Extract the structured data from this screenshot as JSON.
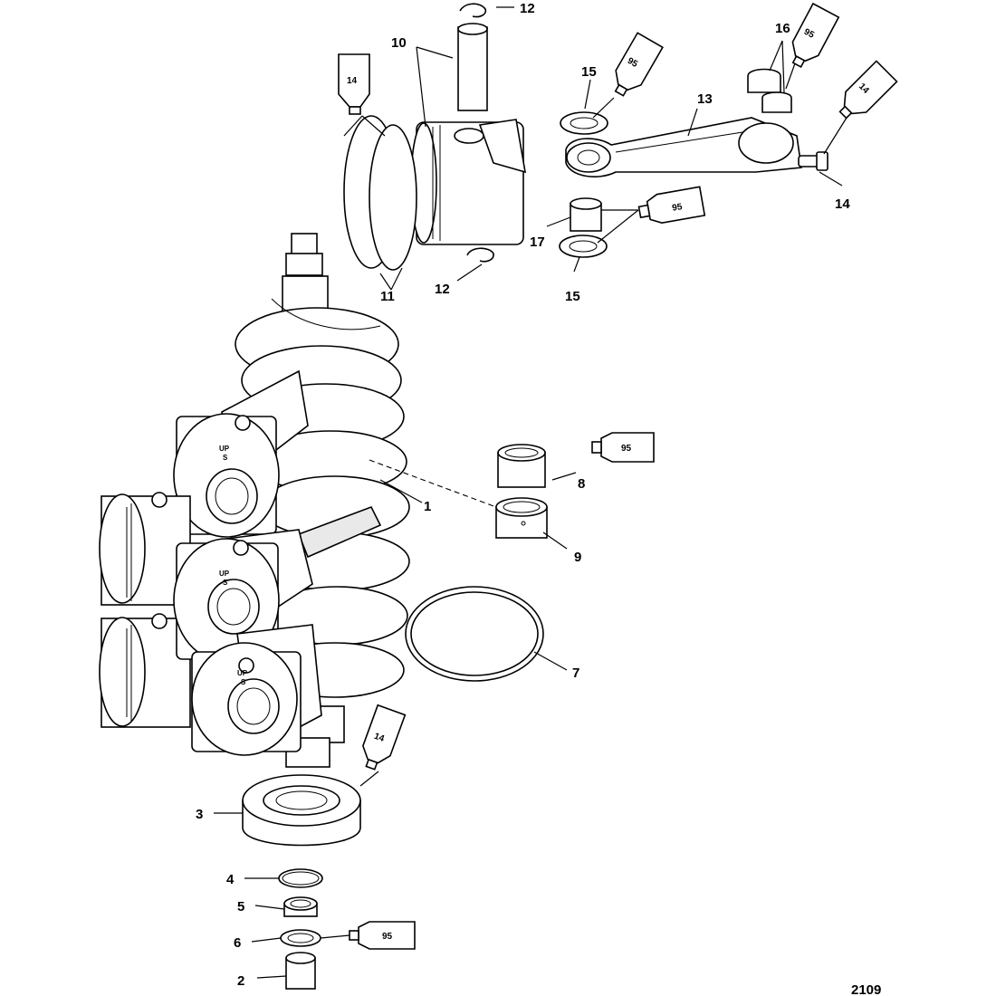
{
  "callouts": {
    "c1": "1",
    "c2": "2",
    "c3": "3",
    "c4": "4",
    "c5": "5",
    "c6": "6",
    "c7": "7",
    "c8": "8",
    "c9": "9",
    "c10": "10",
    "c11": "11",
    "c12a": "12",
    "c12b": "12",
    "c13": "13",
    "c14": "14",
    "c15a": "15",
    "c15b": "15",
    "c16": "16",
    "c17": "17"
  },
  "lubricant_tubes": {
    "t14_top": "14",
    "t95_top": "95",
    "t95_right": "95",
    "t14_right": "14",
    "t95_mid": "95",
    "t95_bearing": "95",
    "t14_low": "14",
    "t95_bottom": "95"
  },
  "piston_marks": {
    "p1_up": "UP",
    "p1_s": "S",
    "p2_up": "UP",
    "p2_s": "S",
    "p3_up": "UP",
    "p3_s": "S"
  },
  "figure_number": "2109"
}
